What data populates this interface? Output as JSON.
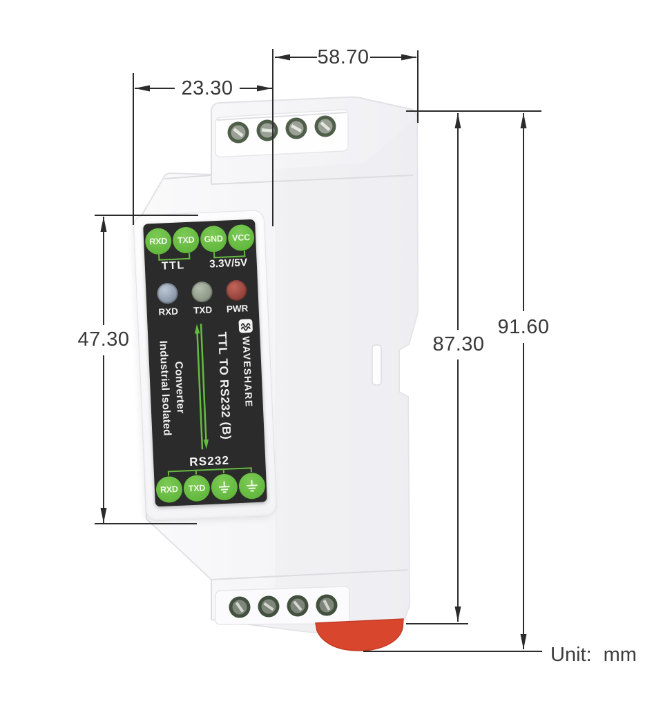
{
  "annotations": {
    "dim_top_width_small": "23.30",
    "dim_top_width_large": "58.70",
    "dim_left_height": "47.30",
    "dim_right_height_inner": "87.30",
    "dim_right_height_outer": "91.60",
    "unit_label": "Unit:",
    "unit_value": "mm"
  },
  "device": {
    "panel": {
      "ttl_ports": [
        "RXD",
        "TXD",
        "GND",
        "VCC"
      ],
      "ttl_group_label": "TTL",
      "ttl_voltage_label": "3.3V/5V",
      "status_leds": [
        {
          "label": "RXD",
          "color": "#8d99ab"
        },
        {
          "label": "TXD",
          "color": "#8f9a89"
        },
        {
          "label": "PWR",
          "color": "#96443c"
        }
      ],
      "product_name_line1": "Industrial Isolated",
      "product_name_line2": "Converter",
      "product_model": "TTL TO RS232 (B)",
      "brand": "WAVESHARE",
      "rs232_group_label": "RS232",
      "rs232_ports": [
        "RXD",
        "TXD"
      ],
      "rs232_ground_icon_count": 2
    },
    "colors": {
      "port_green": "#66bb41",
      "label_background": "#2b2b2b",
      "din_clip_red": "#d8462e"
    }
  }
}
